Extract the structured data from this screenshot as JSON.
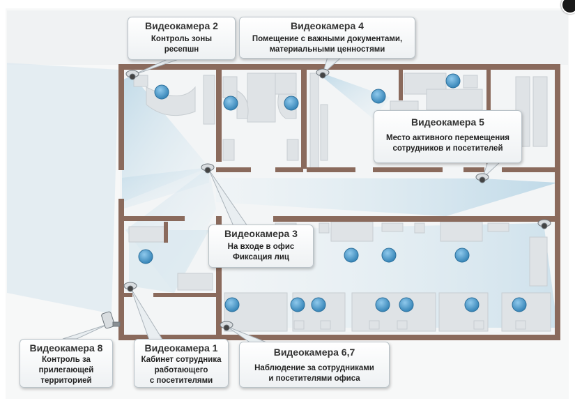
{
  "cameras": [
    {
      "id": "cam2",
      "title": "Видеокамера 2",
      "lines": [
        "Контроль зоны",
        "ресепшн"
      ]
    },
    {
      "id": "cam4",
      "title": "Видеокамера 4",
      "lines": [
        "Помещение с важными документами,",
        "материальными ценностями"
      ]
    },
    {
      "id": "cam5",
      "title": "Видеокамера 5",
      "lines": [
        "Место активного перемещения",
        "сотрудников и посетителей"
      ]
    },
    {
      "id": "cam3",
      "title": "Видеокамера 3",
      "lines": [
        "На входе в офис",
        "Фиксация лиц"
      ]
    },
    {
      "id": "cam8",
      "title": "Видеокамера 8",
      "lines": [
        "Контроль за",
        "прилегающей",
        "территорией"
      ]
    },
    {
      "id": "cam1",
      "title": "Видеокамера 1",
      "lines": [
        "Кабинет сотрудника",
        "работающего",
        "с посетителями"
      ]
    },
    {
      "id": "cam67",
      "title": "Видеокамера 6,7",
      "lines": [
        "Наблюдение за сотрудниками",
        "и посетителями офиса"
      ]
    }
  ],
  "colors": {
    "wall": "#8a6a5c",
    "floor": "#f4f6f7",
    "furniture": "#dfe3e6",
    "chair": "#5aa6d6",
    "view_cone": "#cfe3ee"
  }
}
